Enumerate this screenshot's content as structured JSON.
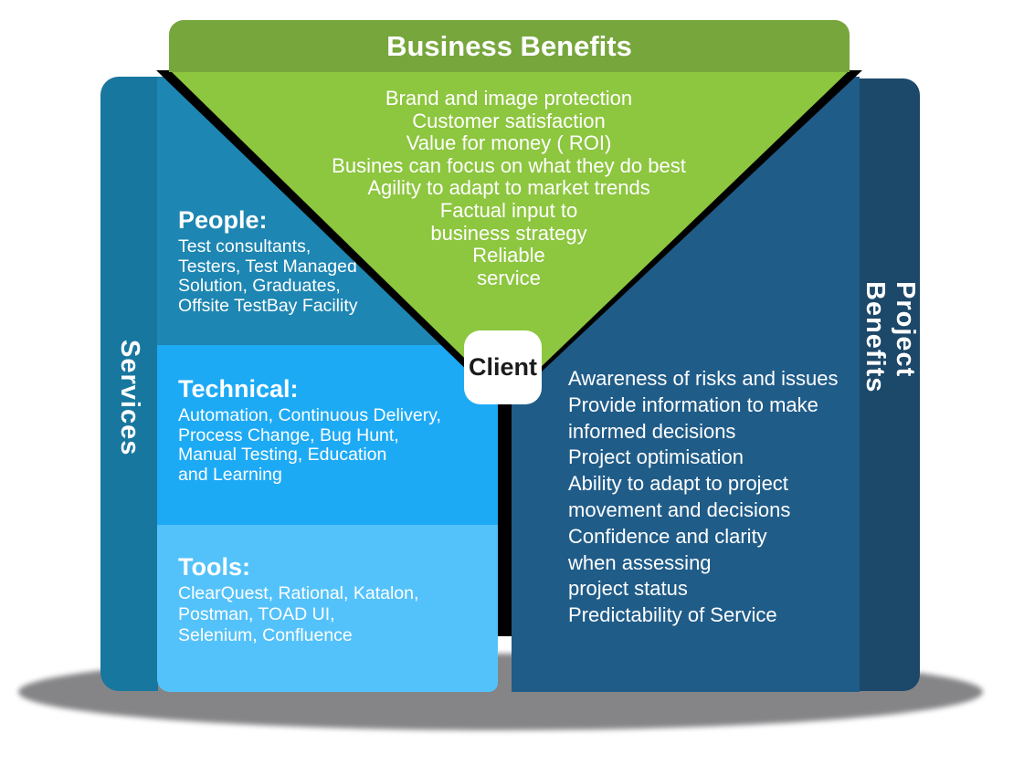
{
  "business_benefits": {
    "label": "Business Benefits",
    "lines": [
      "Brand and image protection",
      "Customer satisfaction",
      "Value for money ( ROI)",
      "Busines can focus on what they do best",
      "Agility to adapt to market trends",
      "Factual input to",
      "business strategy",
      "Reliable",
      "service"
    ]
  },
  "services": {
    "label": "Services",
    "sections": [
      {
        "title": "People:",
        "lines": [
          "Test consultants,",
          "Testers, Test Managed",
          "Solution, Graduates,",
          "Offsite TestBay Facility"
        ]
      },
      {
        "title": "Technical:",
        "lines": [
          "Automation, Continuous Delivery,",
          "Process Change, Bug Hunt,",
          "Manual Testing, Education",
          "and Learning"
        ]
      },
      {
        "title": "Tools:",
        "lines": [
          "ClearQuest, Rational, Katalon,",
          "Postman, TOAD UI,",
          "Selenium, Confluence"
        ]
      }
    ]
  },
  "client": {
    "label": "Client"
  },
  "project_benefits": {
    "label": "Project Benefits",
    "lines": [
      "Awareness of risks and issues",
      "Provide information to make",
      "informed decisions",
      "Project optimisation",
      "Ability to adapt to project",
      "movement and decisions",
      "Confidence and clarity",
      "when assessing",
      "project status",
      "Predictability of Service"
    ]
  },
  "colors": {
    "header_green": "#77a63d",
    "triangle_green": "#8dc63f",
    "services_strip": "#18779f",
    "people_bg": "#1e86b2",
    "technical_bg": "#1daaf5",
    "tools_bg": "#54c2fa",
    "right_panel": "#205c88",
    "right_strip": "#1c4869",
    "shadow": "#858588",
    "outline_black": "#000000",
    "client_text": "#1b1b1b",
    "text_light": "#ffffff"
  }
}
